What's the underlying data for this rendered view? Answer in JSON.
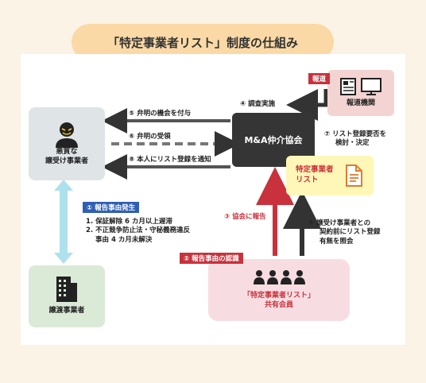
{
  "title": "「特定事業者リスト」制度の仕組み",
  "nodes": {
    "bad_buyer": [
      "悪質な",
      "譲受け事業者"
    ],
    "seller": "譲渡事業者",
    "center": "M&A仲介協会",
    "list": [
      "特定事業者",
      "リスト"
    ],
    "press_tag": "報道",
    "press": "報道機関",
    "members": [
      "「特定事業者リスト」",
      "共有会員"
    ]
  },
  "steps": {
    "s1": "① 報告事由発生",
    "s1_items": [
      "1. 保証解除 6 カ月以上遅滞",
      "2. 不正競争防止法・守秘義務違反",
      "事由 4 カ月未解決"
    ],
    "s2": "② 報告事由の認識",
    "s3": "③ 協会に報告",
    "s4": "④ 調査実施",
    "s5": "⑤ 弁明の機会を付与",
    "s6": "⑥ 弁明の受領",
    "s7": [
      "⑦ リスト登録要否を",
      "検討・決定"
    ],
    "s8": "⑧ 本人にリスト登録を通知",
    "s9": [
      "⑨ 譲受け事業者との",
      "契約前にリスト登録",
      "有無を照会"
    ]
  },
  "colors": {
    "accent_red": "#c9323c",
    "accent_blue": "#2f5fb3",
    "center_dark": "#353535"
  }
}
